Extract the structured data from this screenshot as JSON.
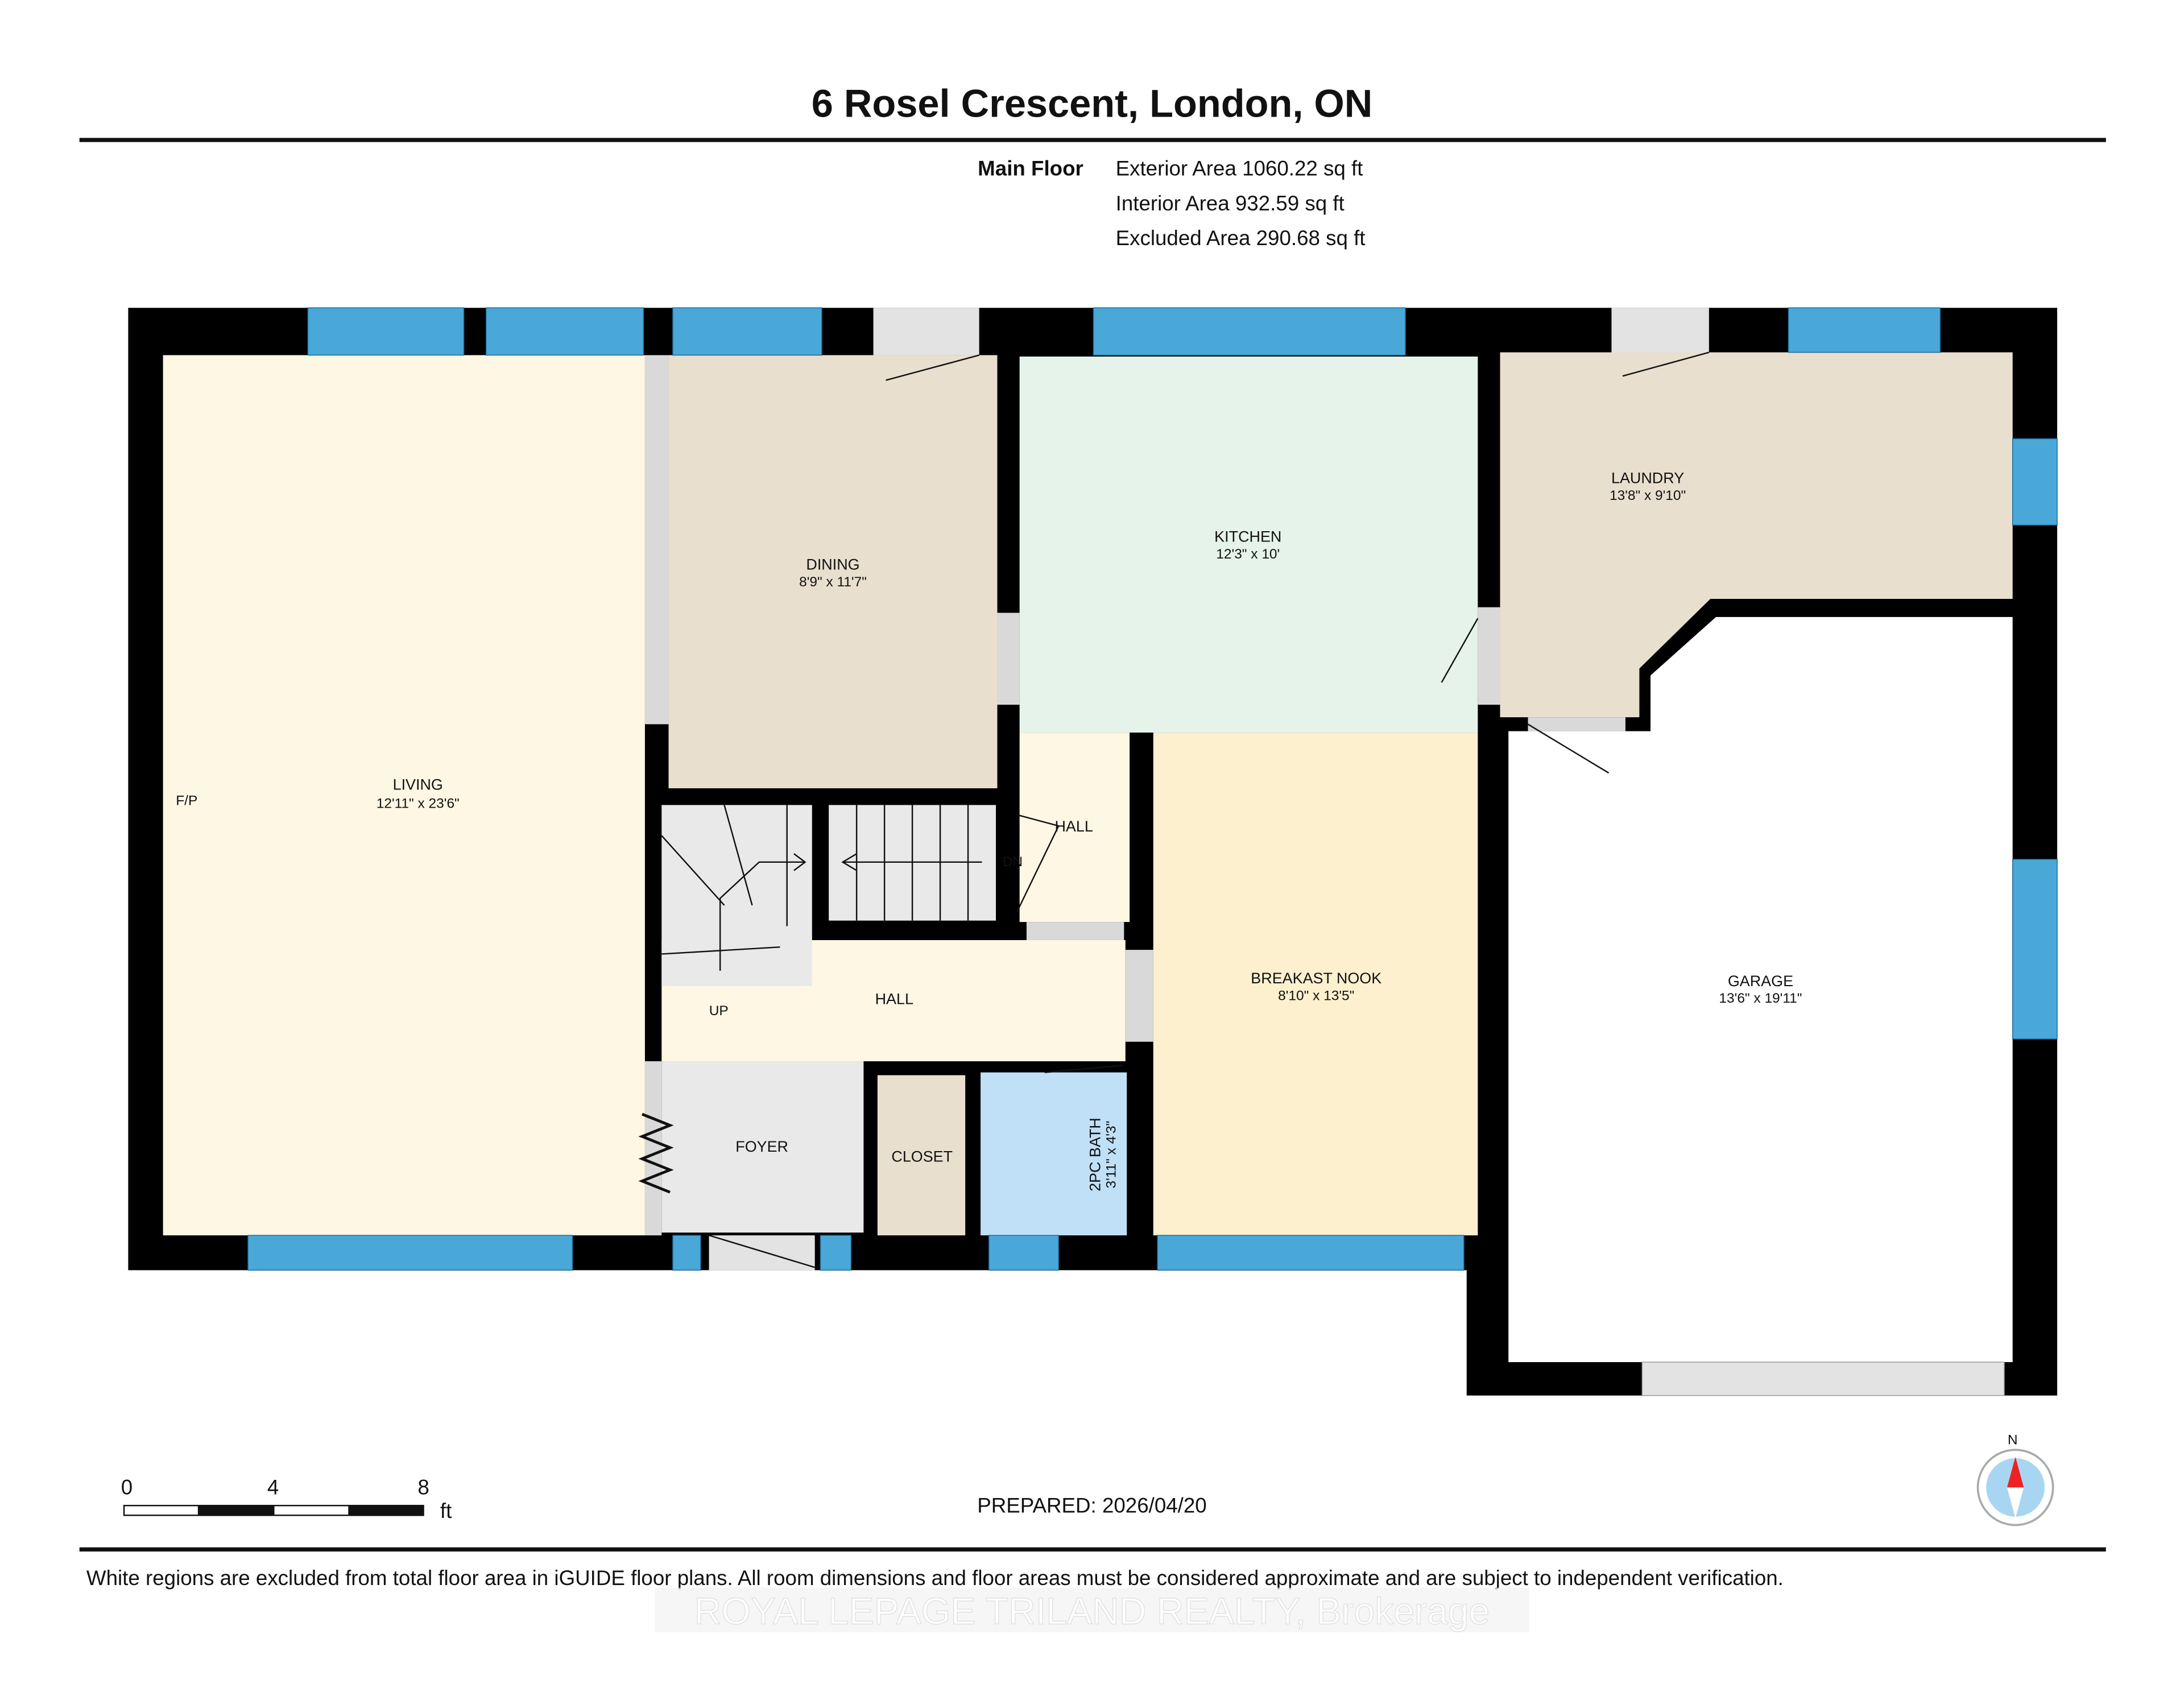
{
  "header": {
    "title": "6 Rosel Crescent, London, ON",
    "floor_label": "Main Floor",
    "areas": [
      "Exterior Area 1060.22 sq ft",
      "Interior Area 932.59 sq ft",
      "Excluded Area 290.68 sq ft"
    ]
  },
  "rooms": {
    "living": {
      "name": "LIVING",
      "dims": "12'11\" x 23'6\"",
      "color": "#fdf7e3"
    },
    "dining": {
      "name": "DINING",
      "dims": "8'9\" x 11'7\"",
      "color": "#e8dfcf"
    },
    "kitchen": {
      "name": "KITCHEN",
      "dims": "12'3\" x 10'",
      "color": "#e5f3ea"
    },
    "laundry": {
      "name": "LAUNDRY",
      "dims": "13'8\" x 9'10\"",
      "color": "#e8dfcf"
    },
    "garage": {
      "name": "GARAGE",
      "dims": "13'6\" x 19'11\"",
      "color": "#ffffff"
    },
    "breakfast_nook": {
      "name": "BREAKAST NOOK",
      "dims": "8'10\" x 13'5\"",
      "color": "#fdf0cf"
    },
    "hall_upper": {
      "name": "HALL"
    },
    "hall": {
      "name": "HALL"
    },
    "foyer": {
      "name": "FOYER"
    },
    "closet": {
      "name": "CLOSET"
    },
    "bath": {
      "name": "2PC BATH",
      "dims": "3'11\" x 4'3\"",
      "color": "#bfe0f7"
    }
  },
  "marks": {
    "fireplace": "F/P",
    "stairs_down": "DN",
    "stairs_up": "UP"
  },
  "colors": {
    "wall": "#000000",
    "window": "#4aa8d8",
    "opening": "#d9d9d9",
    "stairs": "#e9e9e9"
  },
  "scale": {
    "ticks": [
      "0",
      "4",
      "8"
    ],
    "unit": "ft"
  },
  "compass": {
    "label": "N",
    "icon": "compass-icon"
  },
  "prepared": "PREPARED: 2026/04/20",
  "footer": {
    "disclaimer": "White regions are excluded from total floor area in iGUIDE floor plans. All room dimensions and floor areas must be considered approximate and are subject to independent verification.",
    "watermark": "ROYAL LEPAGE TRILAND REALTY, Brokerage"
  }
}
